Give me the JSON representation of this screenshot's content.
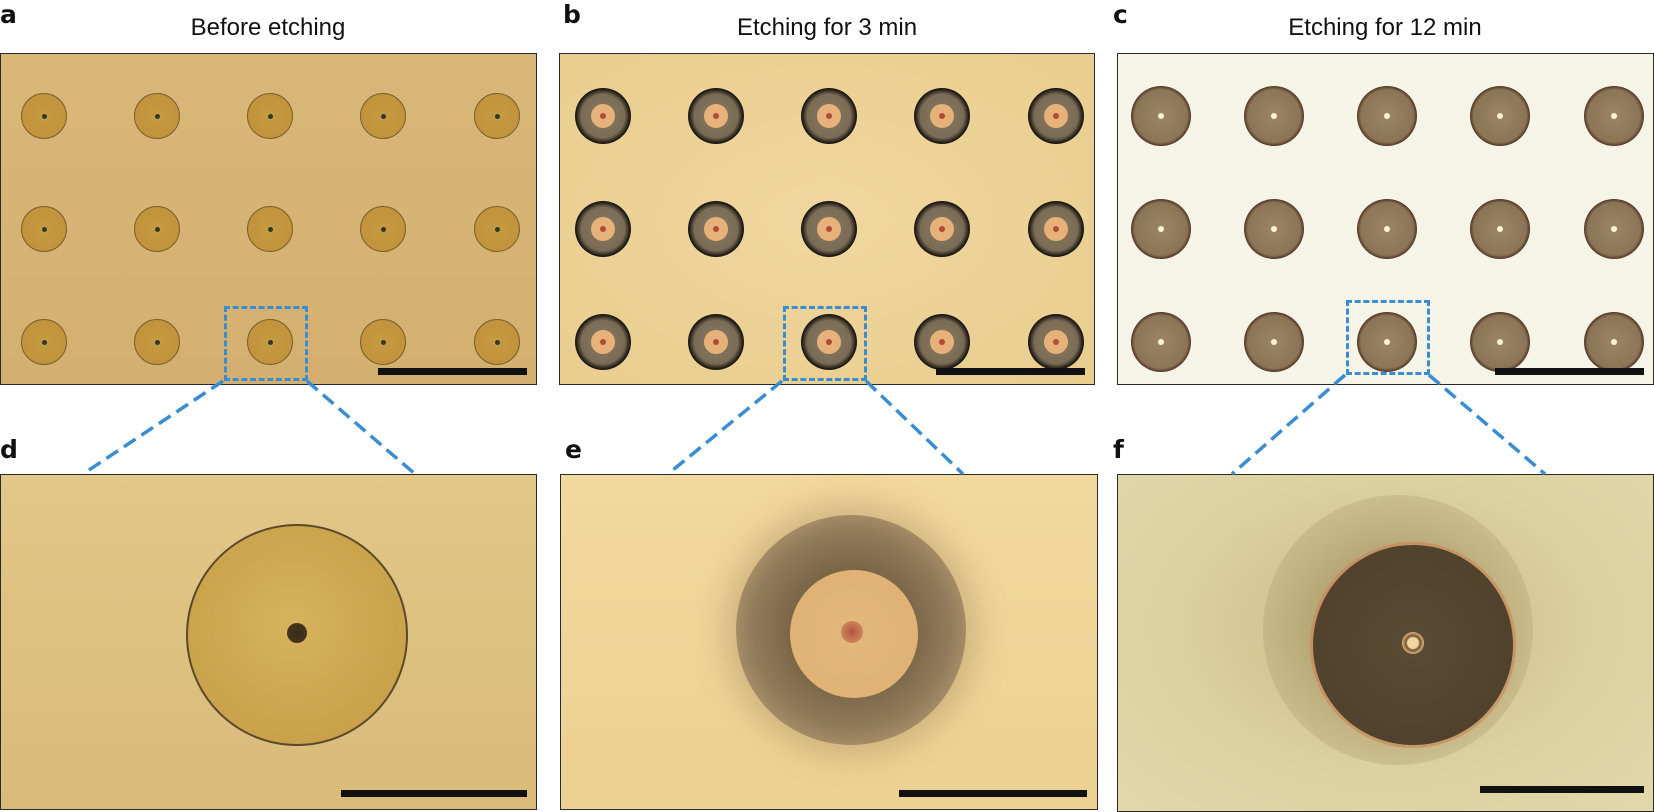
{
  "panels": {
    "a": {
      "letter": "a",
      "title": "Before etching"
    },
    "b": {
      "letter": "b",
      "title": "Etching for 3 min"
    },
    "c": {
      "letter": "c",
      "title": "Etching for 12 min"
    },
    "d": {
      "letter": "d"
    },
    "e": {
      "letter": "e"
    },
    "f": {
      "letter": "f"
    }
  },
  "colors": {
    "dashed_box": "#3a8dd0",
    "bg_a": "#d9b778",
    "bg_b": "#ecd196",
    "bg_c": "#f4f3e3",
    "bg_d": "#e0c486",
    "bg_e": "#efd598",
    "bg_f": "#ddd1a1"
  },
  "array": {
    "rows": 3,
    "cols": 5
  }
}
